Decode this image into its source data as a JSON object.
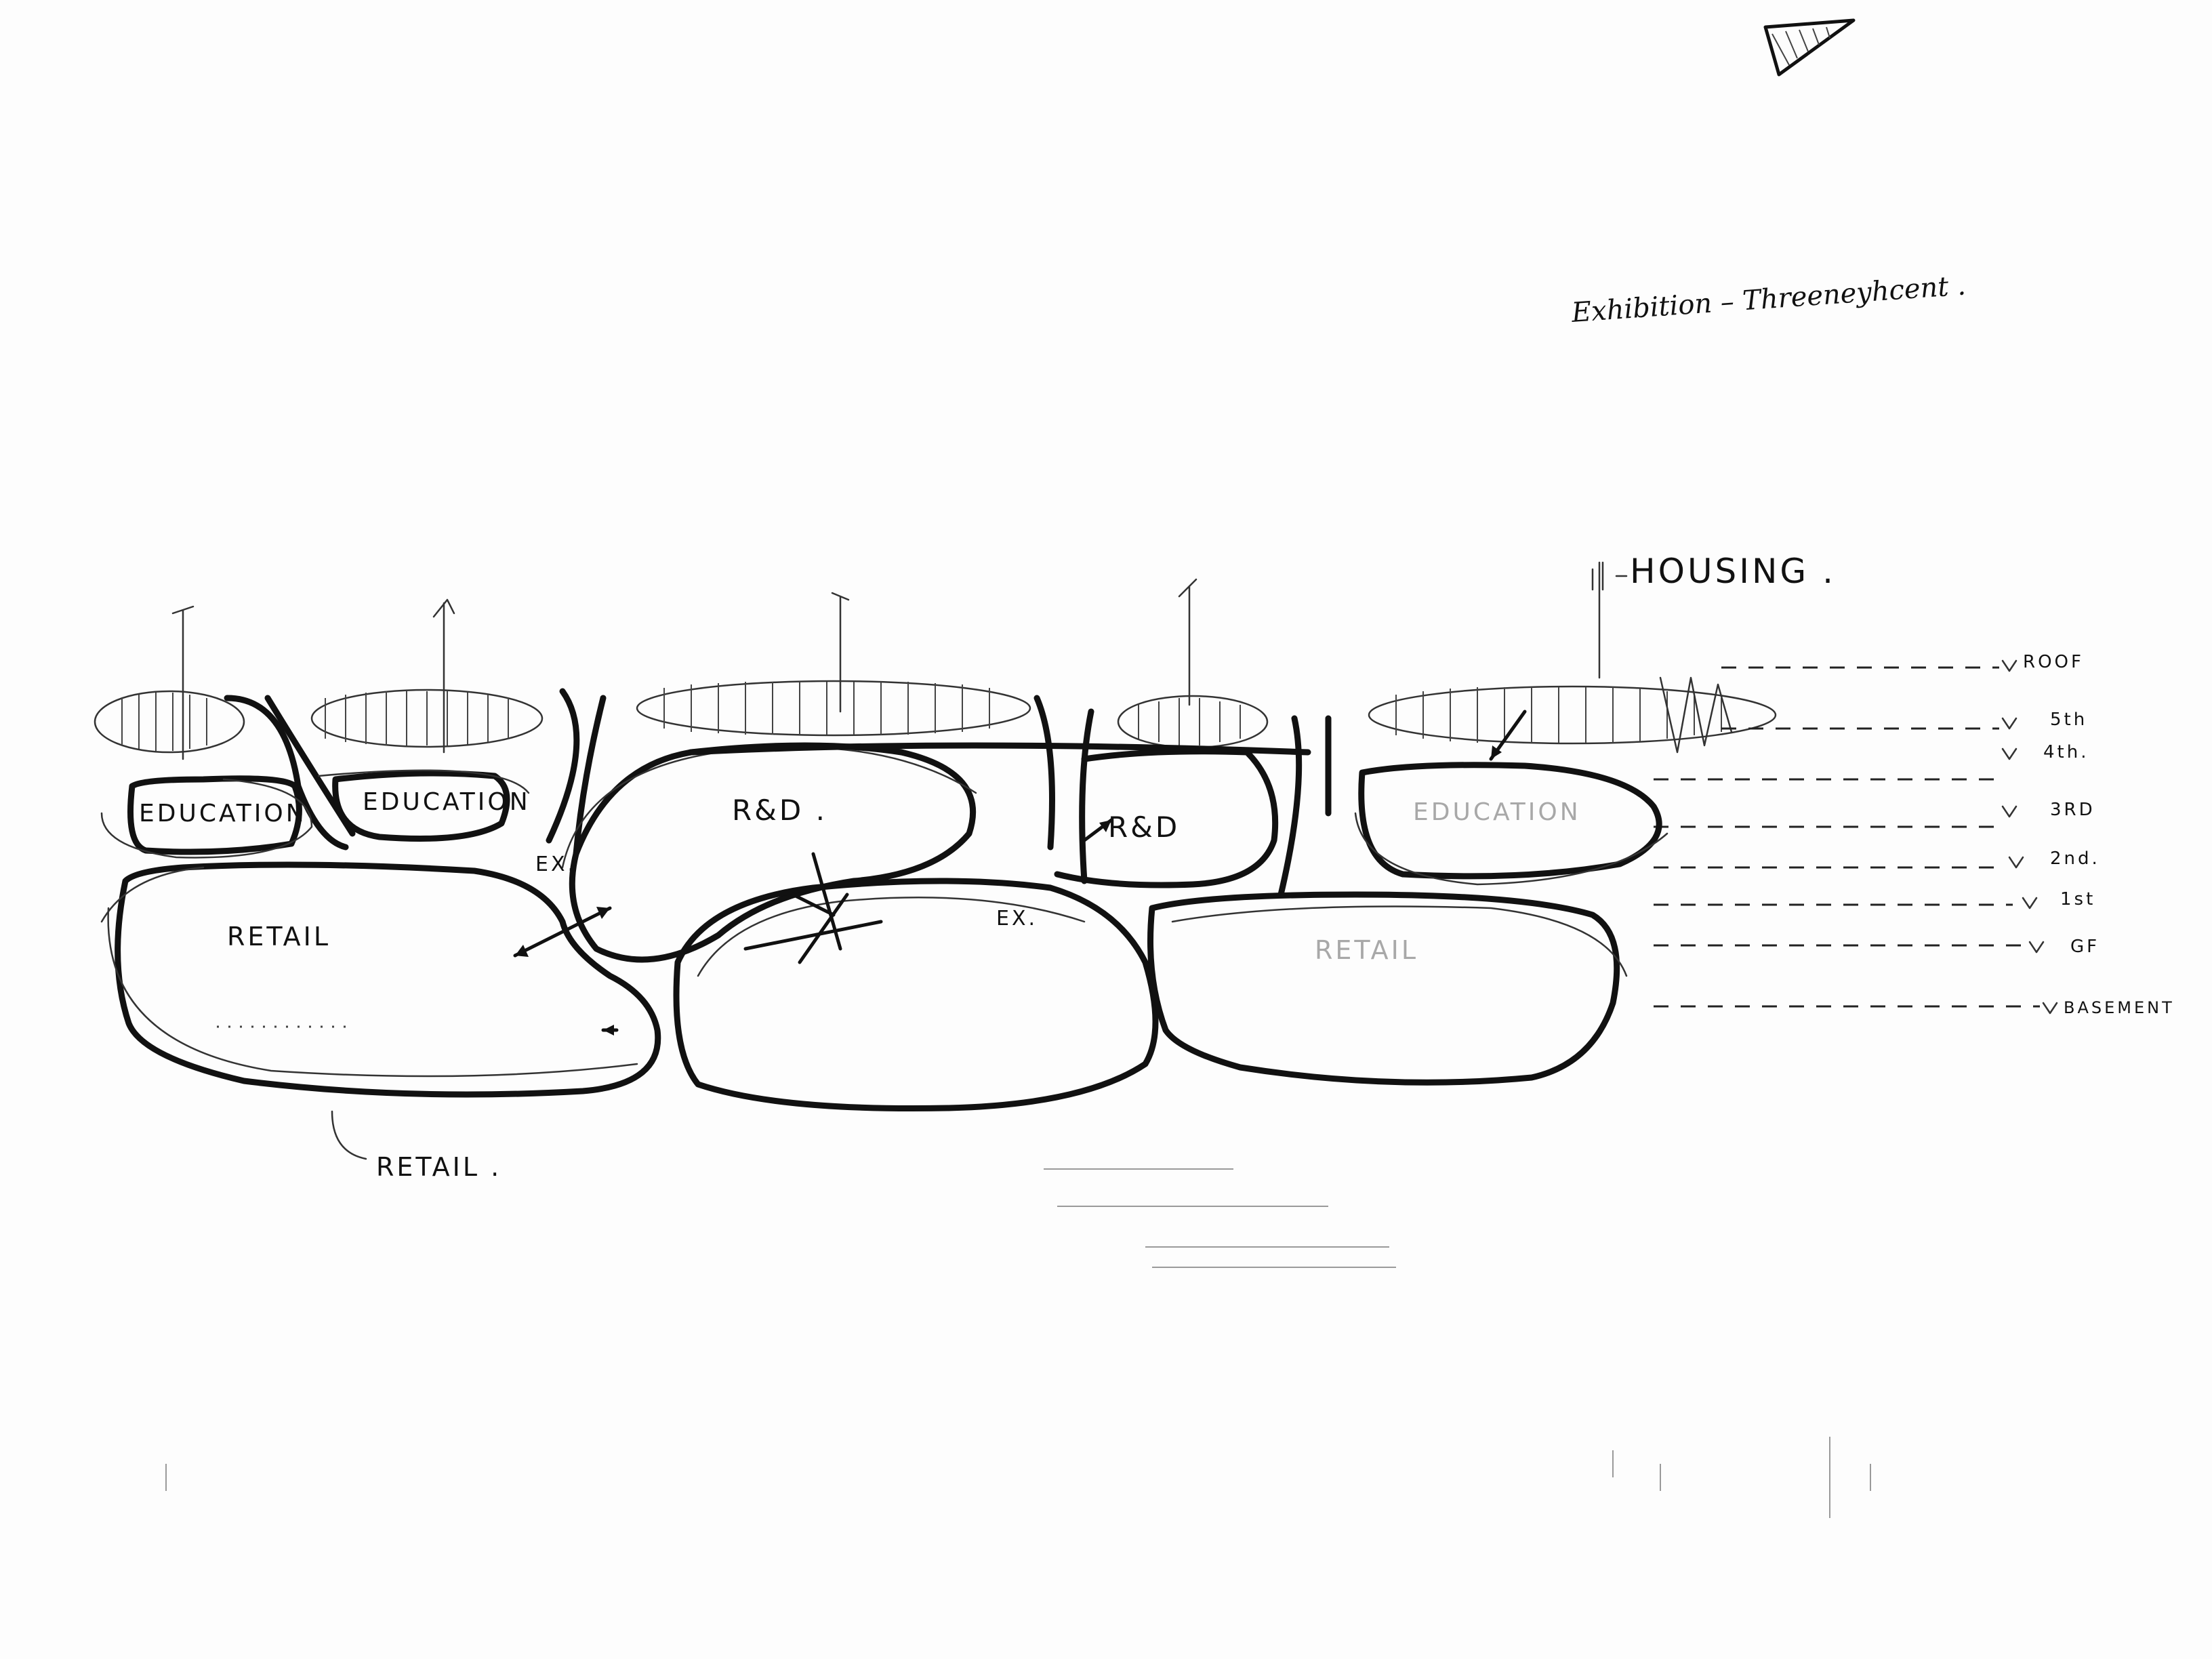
{
  "colors": {
    "ink": "#111111",
    "faint_ink": "#a8a8a8",
    "paper": "#fdfdfd"
  },
  "notes": {
    "top_right": "Exhibition – Threeneyhcent ."
  },
  "blocks": {
    "education_1": "EDUCATION",
    "education_2": "EDUCATION",
    "education_3": "EDUCATION",
    "rnd_1": "R&D .",
    "rnd_2": "R&D",
    "retail_1": "RETAIL",
    "retail_2": "RETAIL",
    "retail_callout": "RETAIL ."
  },
  "callouts": {
    "housing": "HOUSING .",
    "exchange_1": "EX.",
    "exchange_2": "EX."
  },
  "levels": [
    "ROOF",
    "5th",
    "4th.",
    "3RD",
    "2nd.",
    "1st",
    "GF",
    "BASEMENT"
  ]
}
